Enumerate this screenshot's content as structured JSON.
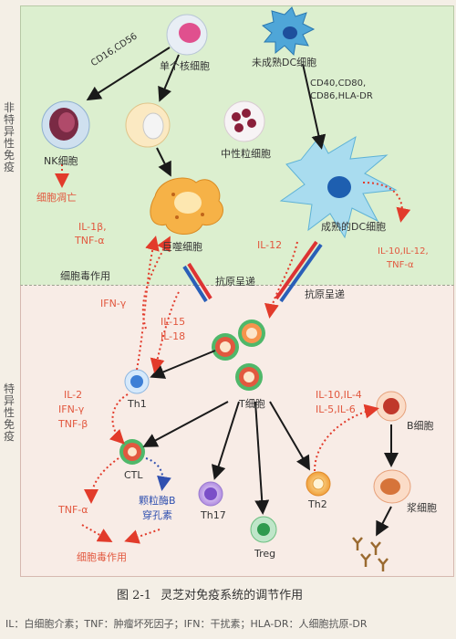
{
  "side_labels": {
    "nonspecific": "非特异性免疫",
    "specific": "特异性免疫"
  },
  "cells": {
    "monocyte": "单个核细胞",
    "immature_dc": "未成熟DC细胞",
    "nk": "NK细胞",
    "neutrophil": "中性粒细胞",
    "macrophage": "巨噬细胞",
    "mature_dc": "成熟的DC细胞",
    "t_cell": "T细胞",
    "th1": "Th1",
    "ctl": "CTL",
    "th17": "Th17",
    "treg": "Treg",
    "th2": "Th2",
    "b_cell": "B细胞",
    "plasma": "浆细胞"
  },
  "labels": {
    "cd16_cd56": "CD16,CD56",
    "dc_markers_1": "CD40,CD80,",
    "dc_markers_2": "CD86,HLA-DR",
    "cell_apoptosis": "细胞凋亡",
    "mac_cytokines_1": "IL-1β,",
    "mac_cytokines_2": "TNF-α",
    "cytotoxic_1": "细胞毒作用",
    "dc_cytokines_1": "IL-10,IL-12,",
    "dc_cytokines_2": "TNF-α",
    "il12": "IL-12",
    "antigen_present_1": "抗原呈递",
    "antigen_present_2": "抗原呈递",
    "ifn_gamma": "IFN-γ",
    "il15": "IL-15",
    "il18": "IL-18",
    "th1_cytokines_1": "IL-2",
    "th1_cytokines_2": "IFN-γ",
    "th1_cytokines_3": "TNF-β",
    "th2_cytokines_1": "IL-10,IL-4",
    "th2_cytokines_2": "IL-5,IL-6",
    "ctl_tnf": "TNF-α",
    "granzyme_1": "颗粒酶B",
    "granzyme_2": "穿孔素",
    "cytotoxic_2": "细胞毒作用"
  },
  "caption": {
    "number": "图 2-1",
    "title": "灵芝对免疫系统的调节作用"
  },
  "legend": "IL：白细胞介素；TNF：肿瘤坏死因子；IFN：干扰素；HLA-DR：人细胞抗原-DR",
  "colors": {
    "cytokine_text": "#e2583f",
    "nonspecific_bg": "#dcefcf",
    "specific_bg": "#f8ece6"
  }
}
